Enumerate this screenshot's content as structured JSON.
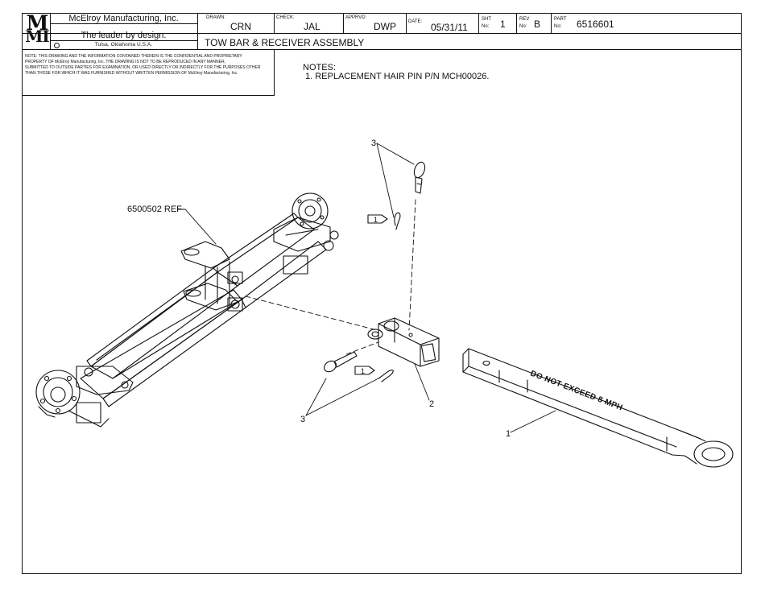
{
  "title_block": {
    "logo_line1": "M",
    "logo_line2": "MI",
    "company_name": "McElroy Manufacturing, Inc.",
    "tagline": "The leader by design.",
    "location": "Tulsa, Oklahoma U.S.A.",
    "drawn_label": "DRAWN:",
    "drawn_value": "CRN",
    "check_label": "CHECK:",
    "check_value": "JAL",
    "apprvd_label": "APPRVD:",
    "apprvd_value": "DWP",
    "date_label": "DATE:",
    "date_value": "05/31/11",
    "sht_label_1": "SHT",
    "sht_label_2": "No:",
    "sht_value": "1",
    "rev_label_1": "REV",
    "rev_label_2": "No:",
    "rev_value": "B",
    "part_label_1": "PART",
    "part_label_2": "No:",
    "part_value": "6516601",
    "drawing_title": "TOW BAR & RECEIVER ASSEMBLY"
  },
  "confidential": {
    "line1": "NOTE: THIS DRAWING AND THE INFORMATION CONTAINED THEREIN IS THE CONFIDENTIAL AND PROPRIETARY",
    "line2": "PROPERTY OF McElroy Manufacturing, Inc. THE DRAWING IS NOT TO BE REPRODUCED IN ANY MANNER,",
    "line3": "SUBMITTED TO OUTSIDE PARTIES FOR EXAMINATION, OR USED DIRECTLY OR INDIRECTLY FOR THE PURPOSES OTHER",
    "line4": "THAN THOSE FOR WHICH IT WAS FURNISHED WITHOUT WRITTEN PERMISSION OF McElroy Manufacturing, Inc."
  },
  "notes": {
    "heading": "NOTES:",
    "note1": "1. REPLACEMENT HAIR PIN P/N MCH00026."
  },
  "callouts": {
    "ref_label": "6500502 REF",
    "item1": "1",
    "item2": "2",
    "item3_top": "3",
    "item3_bottom": "3",
    "flag_top": "1",
    "flag_bottom": "1",
    "bar_stencil": "DO NOT EXCEED 8 MPH"
  }
}
